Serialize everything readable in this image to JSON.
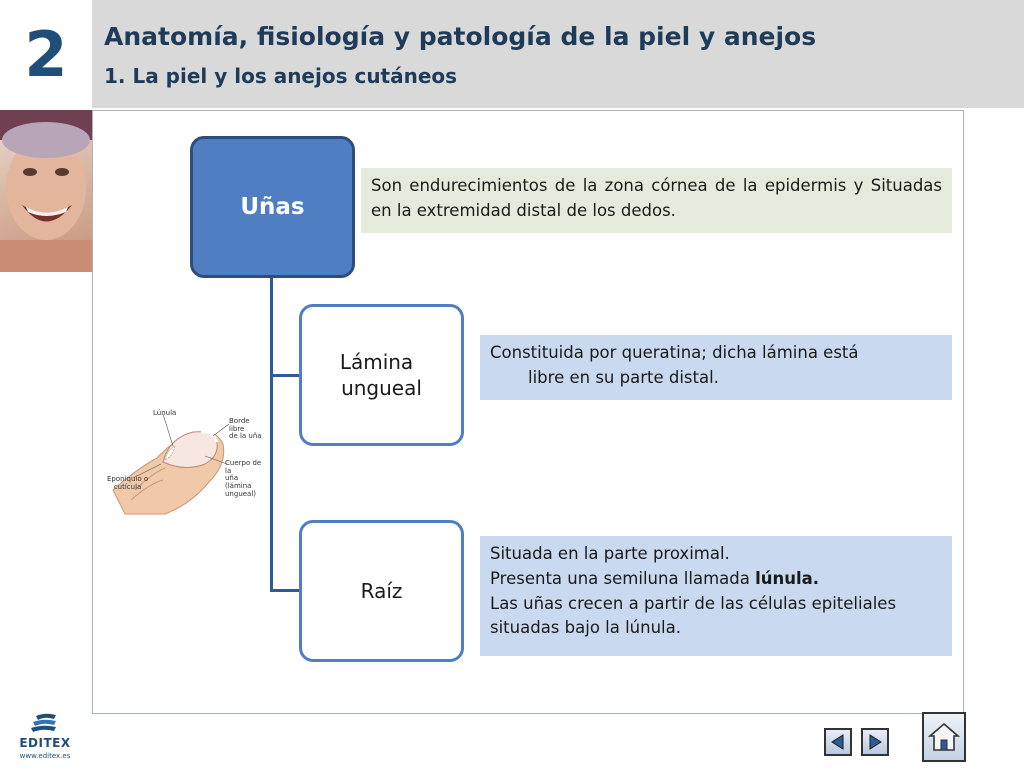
{
  "header": {
    "chapter_number": "2",
    "title": "Anatomía, fisiología y patología de la piel y anejos",
    "subtitle": "1. La piel y los anejos cutáneos"
  },
  "diagram": {
    "root": {
      "label": "Uñas",
      "description": "Son endurecimientos de la zona córnea de la epidermis y Situadas en la extremidad distal de los dedos."
    },
    "children": [
      {
        "label_line1": "Lámina",
        "label_line2": "ungueal",
        "description_line1": "Constituida por queratina; dicha lámina está",
        "description_line2": "libre en su parte distal."
      },
      {
        "label": "Raíz",
        "description_line1": "Situada en la parte proximal.",
        "description_line2_prefix": "Presenta una semiluna llamada ",
        "description_line2_bold": "lúnula.",
        "description_line3": "Las uñas crecen a partir de las células epiteliales",
        "description_line4": "situadas bajo la lúnula."
      }
    ]
  },
  "illustration": {
    "label_lunula": "Lúnula",
    "label_borde_1": "Borde libre",
    "label_borde_2": "de la uña",
    "label_cuerpo_1": "Cuerpo de la",
    "label_cuerpo_2": "uña (lámina",
    "label_cuerpo_3": "ungueal)",
    "label_eponiquio_1": "Eponiquio o",
    "label_eponiquio_2": "cutícula"
  },
  "footer": {
    "logo_text": "EDITEX",
    "logo_url": "www.editex.es"
  },
  "colors": {
    "accent": "#4f7ec3",
    "panel_green": "#e5ebdc",
    "panel_blue": "#c9d9ef",
    "header_band": "#d9d9d9"
  }
}
